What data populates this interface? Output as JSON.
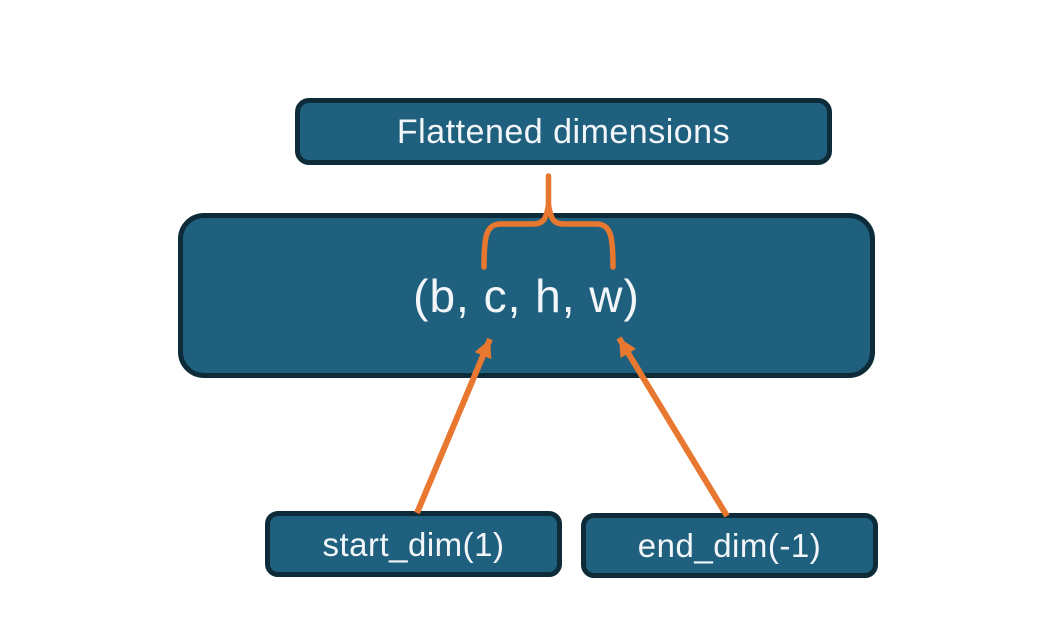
{
  "theme": {
    "background": "#FFFFFF",
    "node_fill": "#20607F",
    "node_border": "#0D2B38",
    "node_text": "#F2F6F8",
    "connector": "#E8782F"
  },
  "diagram": {
    "top_label": "Flattened dimensions",
    "tensor_shape": "(b, c, h, w)",
    "start_dim_label": "start_dim(1)",
    "end_dim_label": "end_dim(-1)"
  }
}
